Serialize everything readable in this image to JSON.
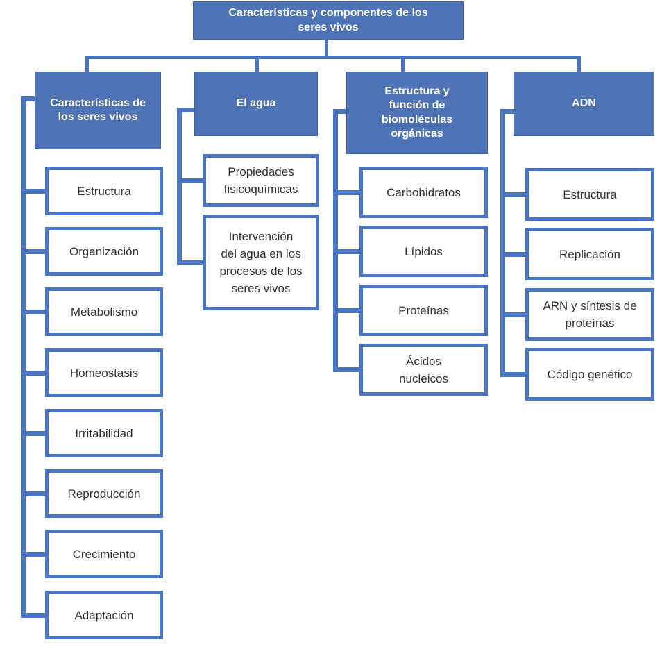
{
  "colors": {
    "background": "#ffffff",
    "node_fill": "#4e73b4",
    "node_border": "#3f63a2",
    "child_border": "#4a75c2",
    "connector": "#4a75c2",
    "header_text": "#ffffff",
    "child_text": "#333333"
  },
  "diagram": {
    "root": "Características y componentes de los\nseres vivos",
    "columns": [
      {
        "header": "Características de\nlos seres vivos",
        "children": [
          "Estructura",
          "Organización",
          "Metabolismo",
          "Homeostasis",
          "Irritabilidad",
          "Reproducción",
          "Crecimiento",
          "Adaptación"
        ]
      },
      {
        "header": "El agua",
        "children": [
          "Propiedades\nfisicoquímicas",
          "Intervención\ndel agua en los\nprocesos de los\nseres vivos"
        ]
      },
      {
        "header": "Estructura y\nfunción de\nbiomoléculas\norgánicas",
        "children": [
          "Carbohidratos",
          "Lípidos",
          "Proteínas",
          "Ácidos\nnucleicos"
        ]
      },
      {
        "header": "ADN",
        "children": [
          "Estructura",
          "Replicación",
          "ARN y síntesis de\nproteínas",
          "Código genético"
        ]
      }
    ]
  }
}
